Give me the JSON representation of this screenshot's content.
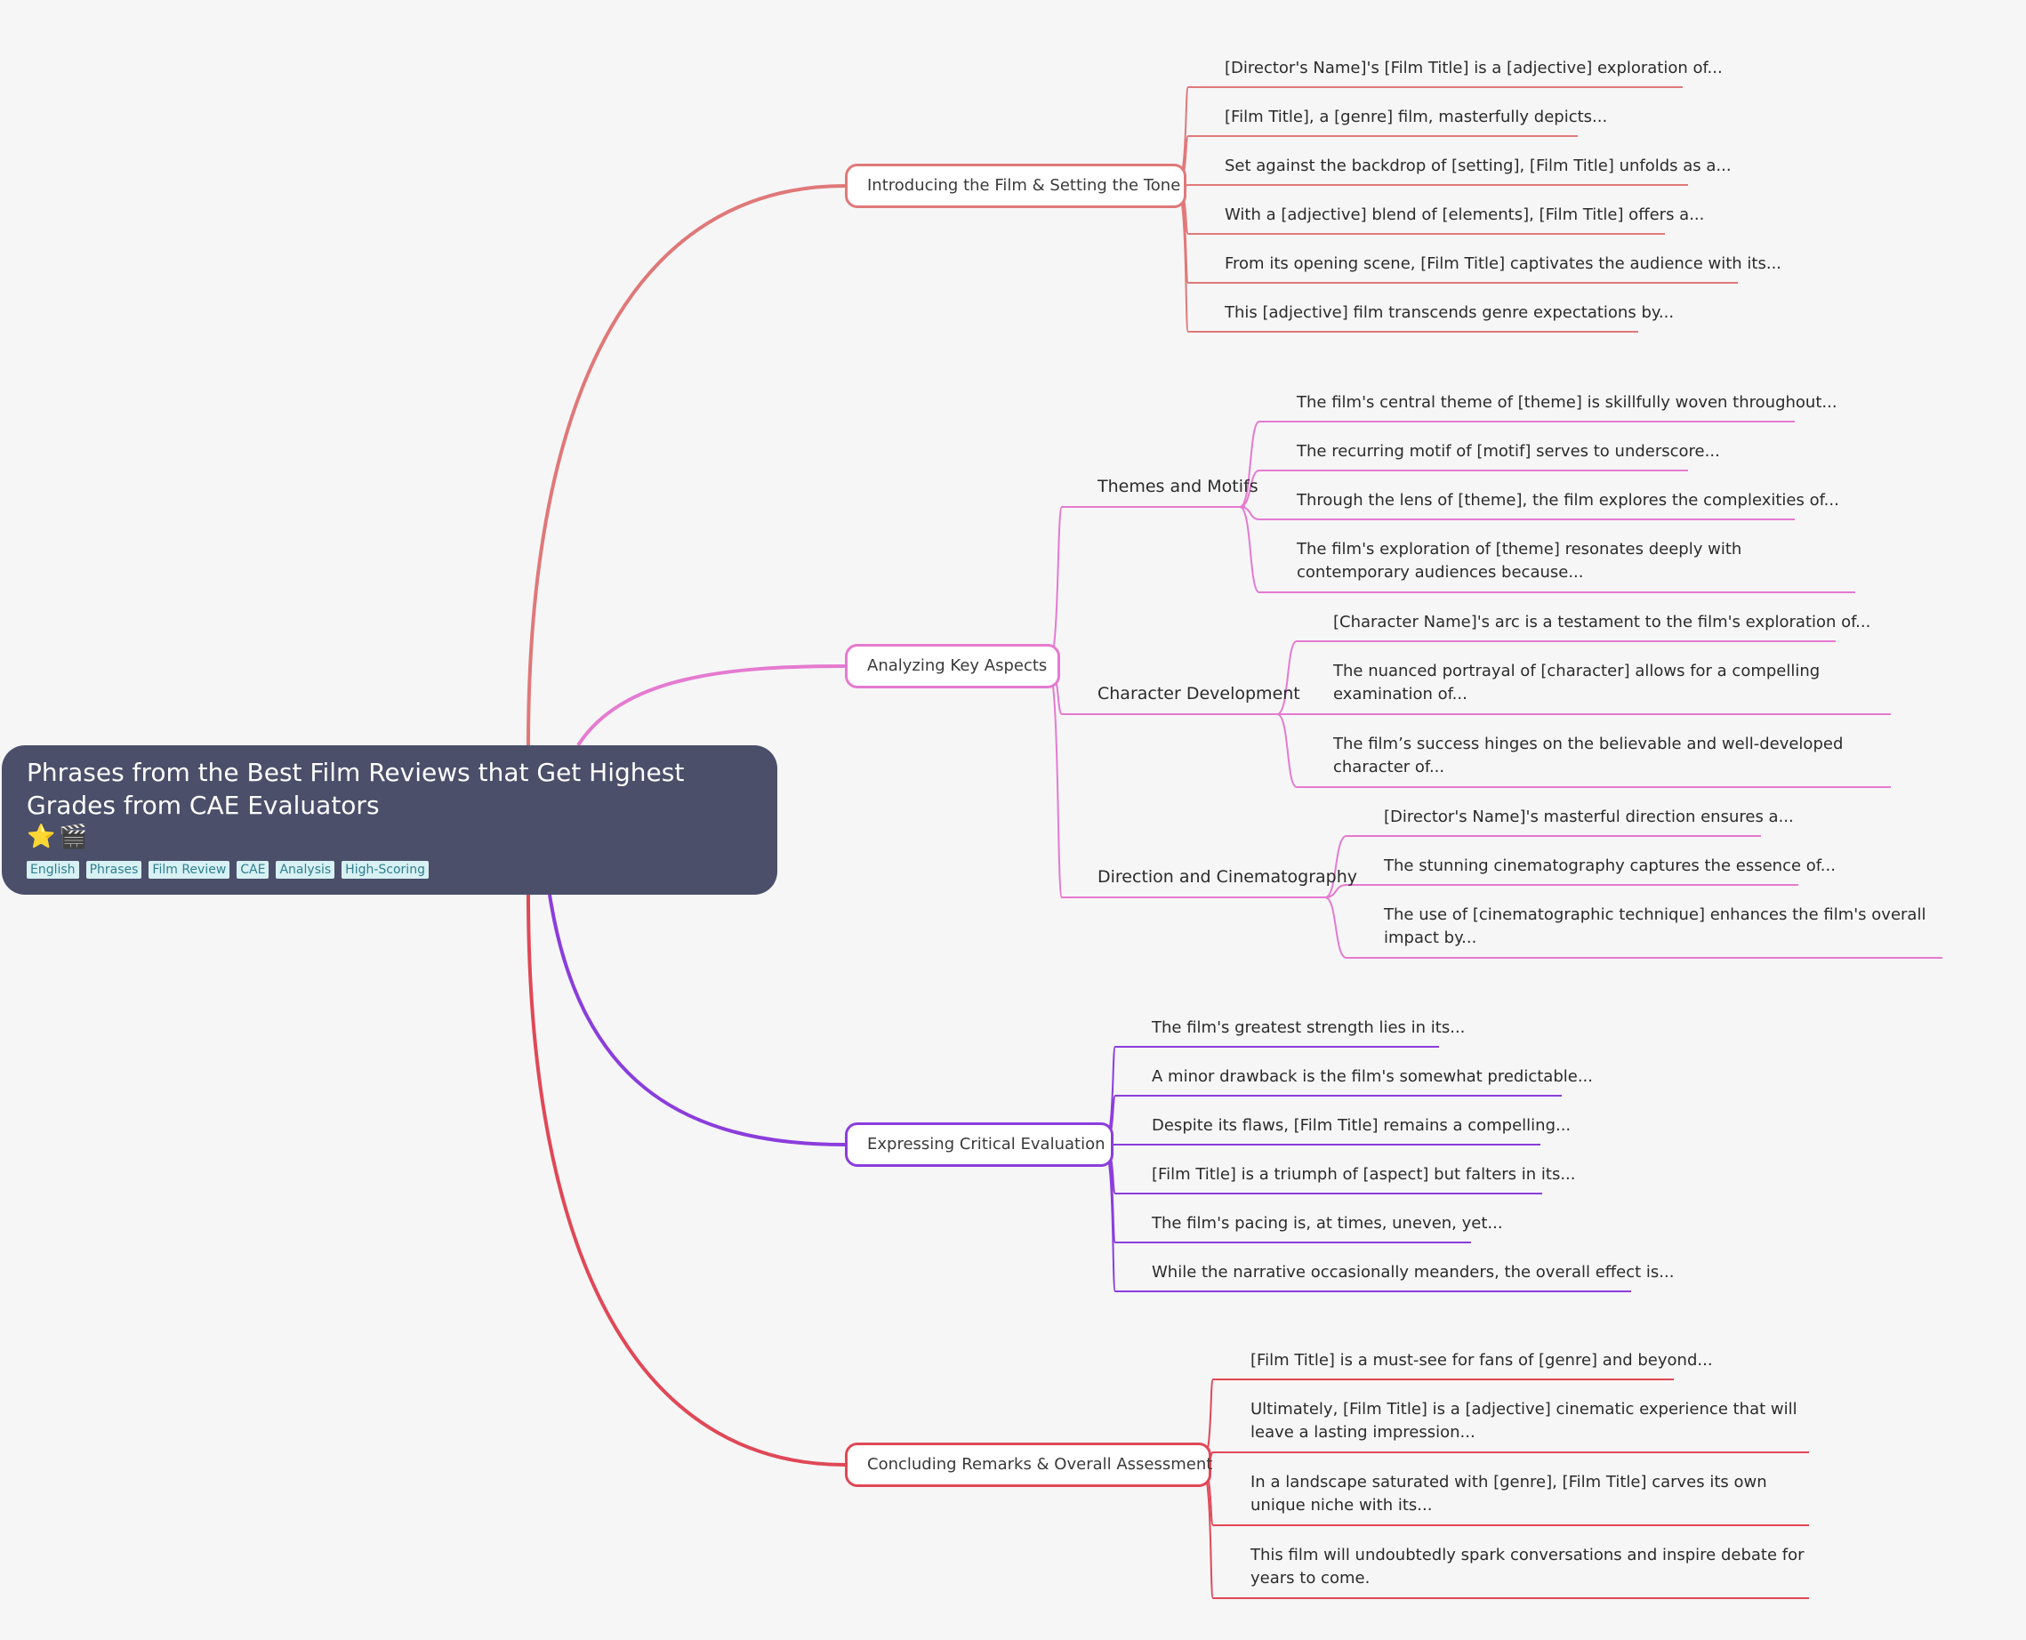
{
  "root": {
    "title": "Phrases from the Best Film Reviews that Get Highest Grades from CAE Evaluators",
    "emoji": "⭐🎬",
    "tags": [
      "English",
      "Phrases",
      "Film Review",
      "CAE",
      "Analysis",
      "High-Scoring"
    ]
  },
  "colors": {
    "root_fill": "#4b4f6a",
    "branch_intro": "#e07878",
    "branch_analyzing": "#e57ad0",
    "branch_critical": "#8b3ddc",
    "branch_concluding": "#e04856",
    "tag_fill": "#d8f1f4"
  },
  "branches": {
    "intro": {
      "label": "Introducing the Film & Setting the Tone",
      "leaves": [
        "[Director's Name]'s [Film Title] is a [adjective] exploration of...",
        "[Film Title], a [genre] film, masterfully depicts...",
        "Set against the backdrop of [setting], [Film Title] unfolds as a...",
        "With a [adjective] blend of [elements], [Film Title] offers a...",
        "From its opening scene, [Film Title] captivates the audience with its...",
        "This [adjective] film transcends genre expectations by..."
      ]
    },
    "analyzing": {
      "label": "Analyzing Key Aspects",
      "themes": {
        "label": "Themes and Motifs",
        "leaves": [
          "The film's central theme of [theme] is skillfully woven throughout...",
          "The recurring motif of [motif] serves to underscore...",
          "Through the lens of [theme], the film explores the complexities of...",
          "The film's exploration of [theme] resonates deeply with contemporary audiences because..."
        ]
      },
      "character": {
        "label": "Character Development",
        "leaves": [
          "[Character Name]'s arc is a testament to the film's exploration of...",
          "The nuanced portrayal of [character] allows for a compelling examination of...",
          "The film’s success hinges on the believable and well-developed character of..."
        ]
      },
      "direction": {
        "label": "Direction and Cinematography",
        "leaves": [
          "[Director's Name]'s masterful direction ensures a...",
          "The stunning cinematography captures the essence of...",
          "The use of [cinematographic technique] enhances the film's overall impact by..."
        ]
      }
    },
    "critical": {
      "label": "Expressing Critical Evaluation",
      "leaves": [
        "The film's greatest strength lies in its...",
        "A minor drawback is the film's somewhat predictable...",
        "Despite its flaws, [Film Title] remains a compelling...",
        "[Film Title] is a triumph of [aspect] but falters in its...",
        "The film's pacing is, at times, uneven, yet...",
        "While the narrative occasionally meanders, the overall effect is..."
      ]
    },
    "concluding": {
      "label": "Concluding Remarks & Overall Assessment",
      "leaves": [
        "[Film Title] is a must-see for fans of [genre] and beyond...",
        "Ultimately, [Film Title] is a [adjective] cinematic experience that will leave a lasting impression...",
        "In a landscape saturated with [genre], [Film Title] carves its own unique niche with its...",
        "This film will undoubtedly spark conversations and inspire debate for years to come."
      ]
    }
  }
}
